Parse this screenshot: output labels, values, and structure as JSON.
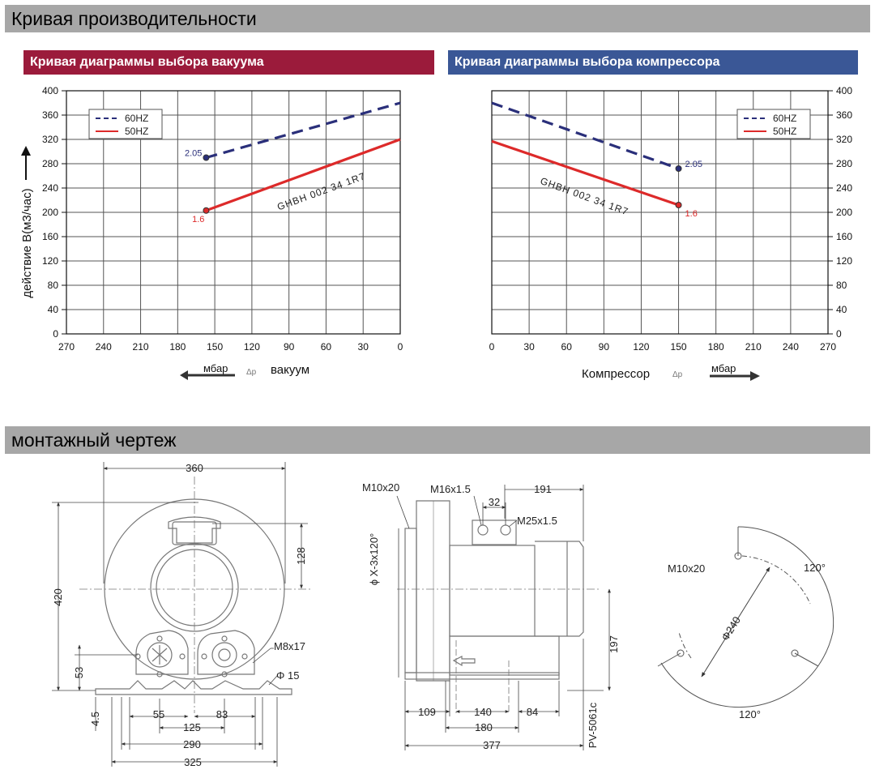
{
  "sections": {
    "performance": "Кривая производительности",
    "mounting": "монтажный чертеж"
  },
  "colors": {
    "section_bar": "#a7a7a7",
    "vacuum_bar": "#9b1b3b",
    "compressor_bar": "#3a5796",
    "line_60hz": "#2a2f7a",
    "line_50hz": "#dd2a2a"
  },
  "chart_data": [
    {
      "type": "line",
      "title": "Кривая диаграммы выбора вакуума",
      "ylabel": "действие  B(м3/час)",
      "xlabel": "вакуум",
      "x_unit": "мбар",
      "delta_symbol": "Δp",
      "x_reversed": true,
      "xlim": [
        0,
        270
      ],
      "ylim": [
        0,
        400
      ],
      "x_ticks": [
        270,
        240,
        210,
        180,
        150,
        120,
        90,
        60,
        30,
        0
      ],
      "y_ticks": [
        0,
        40,
        80,
        120,
        160,
        200,
        240,
        280,
        320,
        360,
        400
      ],
      "grid": true,
      "legend_position": "top-left",
      "model_label": "GHBH 002 34 1R7",
      "series": [
        {
          "name": "60HZ",
          "style": "dashed",
          "x": [
            157,
            0
          ],
          "y": [
            290,
            380
          ],
          "end_label": "2.05"
        },
        {
          "name": "50HZ",
          "style": "solid",
          "x": [
            157,
            0
          ],
          "y": [
            203,
            320
          ],
          "end_label": "1.6"
        }
      ]
    },
    {
      "type": "line",
      "title": "Кривая диаграммы выбора компрессора",
      "xlabel": "Компрессор",
      "x_unit": "мбар",
      "delta_symbol": "Δp",
      "x_reversed": false,
      "xlim": [
        0,
        270
      ],
      "ylim": [
        0,
        400
      ],
      "x_ticks": [
        0,
        30,
        60,
        90,
        120,
        150,
        180,
        210,
        240,
        270
      ],
      "y_ticks": [
        0,
        40,
        80,
        120,
        160,
        200,
        240,
        280,
        320,
        360,
        400
      ],
      "grid": true,
      "legend_position": "top-right",
      "model_label": "GHBH 002 34 1R7",
      "series": [
        {
          "name": "60HZ",
          "style": "dashed",
          "x": [
            0,
            150
          ],
          "y": [
            380,
            272
          ],
          "end_label": "2.05"
        },
        {
          "name": "50HZ",
          "style": "solid",
          "x": [
            0,
            150
          ],
          "y": [
            317,
            212
          ],
          "end_label": "1.6"
        }
      ]
    }
  ],
  "drawing": {
    "front": {
      "d360": "360",
      "d420": "420",
      "d128": "128",
      "m8x17": "M8x17",
      "phi15": "Φ 15",
      "d53": "53",
      "d45": "4.5",
      "d55": "55",
      "d83": "83",
      "d125": "125",
      "d290": "290",
      "d325": "325"
    },
    "side": {
      "m10x20": "M10x20",
      "m16": "M16x1.5",
      "d32": "32",
      "d191": "191",
      "m25": "M25x1.5",
      "phix": "ϕ X-3x120°",
      "d197": "197",
      "d109": "109",
      "d140": "140",
      "d84": "84",
      "d180": "180",
      "d377": "377",
      "model": "PV-5061c"
    },
    "flange": {
      "m10x20": "M10x20",
      "a120top": "120°",
      "phi240": "Φ240",
      "a120bot": "120°"
    }
  }
}
